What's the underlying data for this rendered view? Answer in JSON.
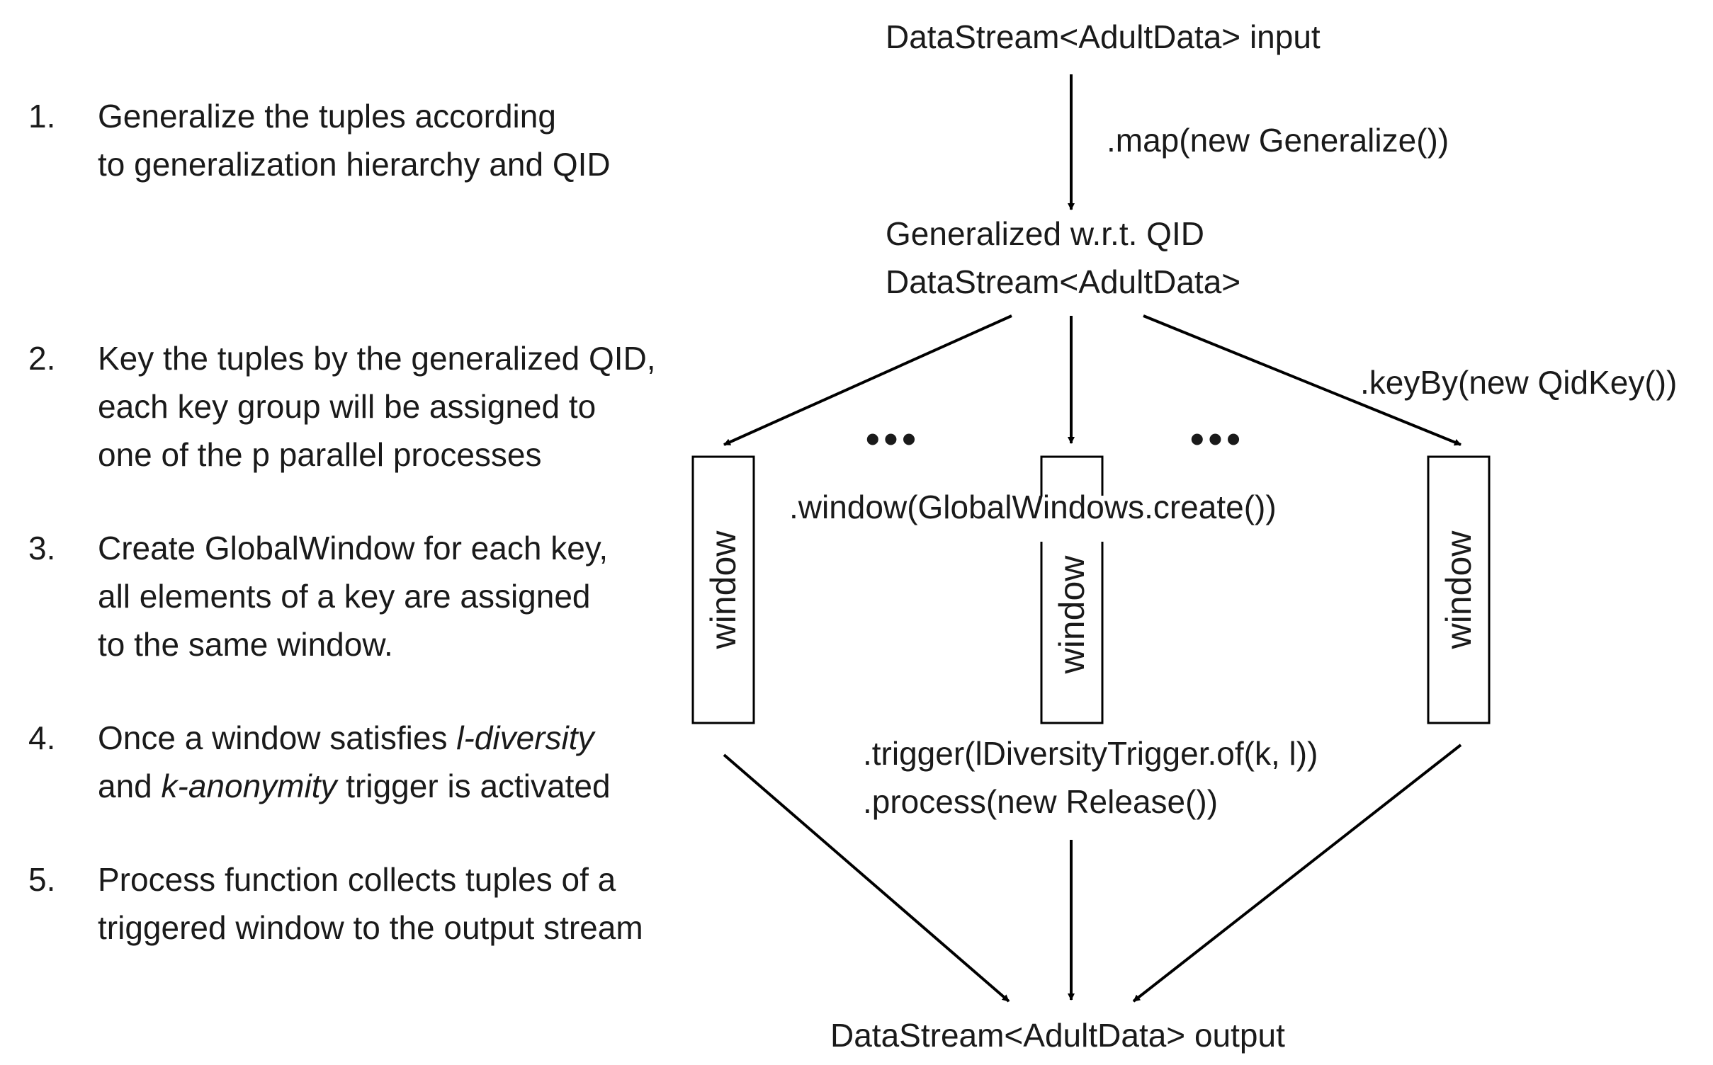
{
  "steps": [
    {
      "num": "1.",
      "lines": [
        "Generalize the tuples according",
        "to generalization hierarchy and QID"
      ]
    },
    {
      "num": "2.",
      "lines": [
        "Key the tuples by the generalized QID,",
        "each key group will be assigned to",
        "one of the p parallel processes"
      ]
    },
    {
      "num": "3.",
      "lines": [
        "Create GlobalWindow for each key,",
        "all elements of a key are assigned",
        "to the same window."
      ]
    },
    {
      "num": "4.",
      "line1_pre": "Once a window satisfies ",
      "line1_em": "l-diversity",
      "line2_pre": "and ",
      "line2_em": "k-anonymity",
      "line2_post": " trigger is activated"
    },
    {
      "num": "5.",
      "lines": [
        "Process function collects tuples of a",
        "triggered window to the output stream"
      ]
    }
  ],
  "flow": {
    "input": "DataStream<AdultData> input",
    "map_op": ".map(new Generalize())",
    "generalized_line1": "Generalized w.r.t. QID",
    "generalized_line2": "DataStream<AdultData>",
    "keyby_op": ".keyBy(new QidKey())",
    "ellipsis": "•••",
    "window_op": ".window(GlobalWindows.create())",
    "window_label": "window",
    "trigger_op": ".trigger(lDiversityTrigger.of(k, l))",
    "process_op": ".process(new Release())",
    "output": "DataStream<AdultData> output"
  }
}
